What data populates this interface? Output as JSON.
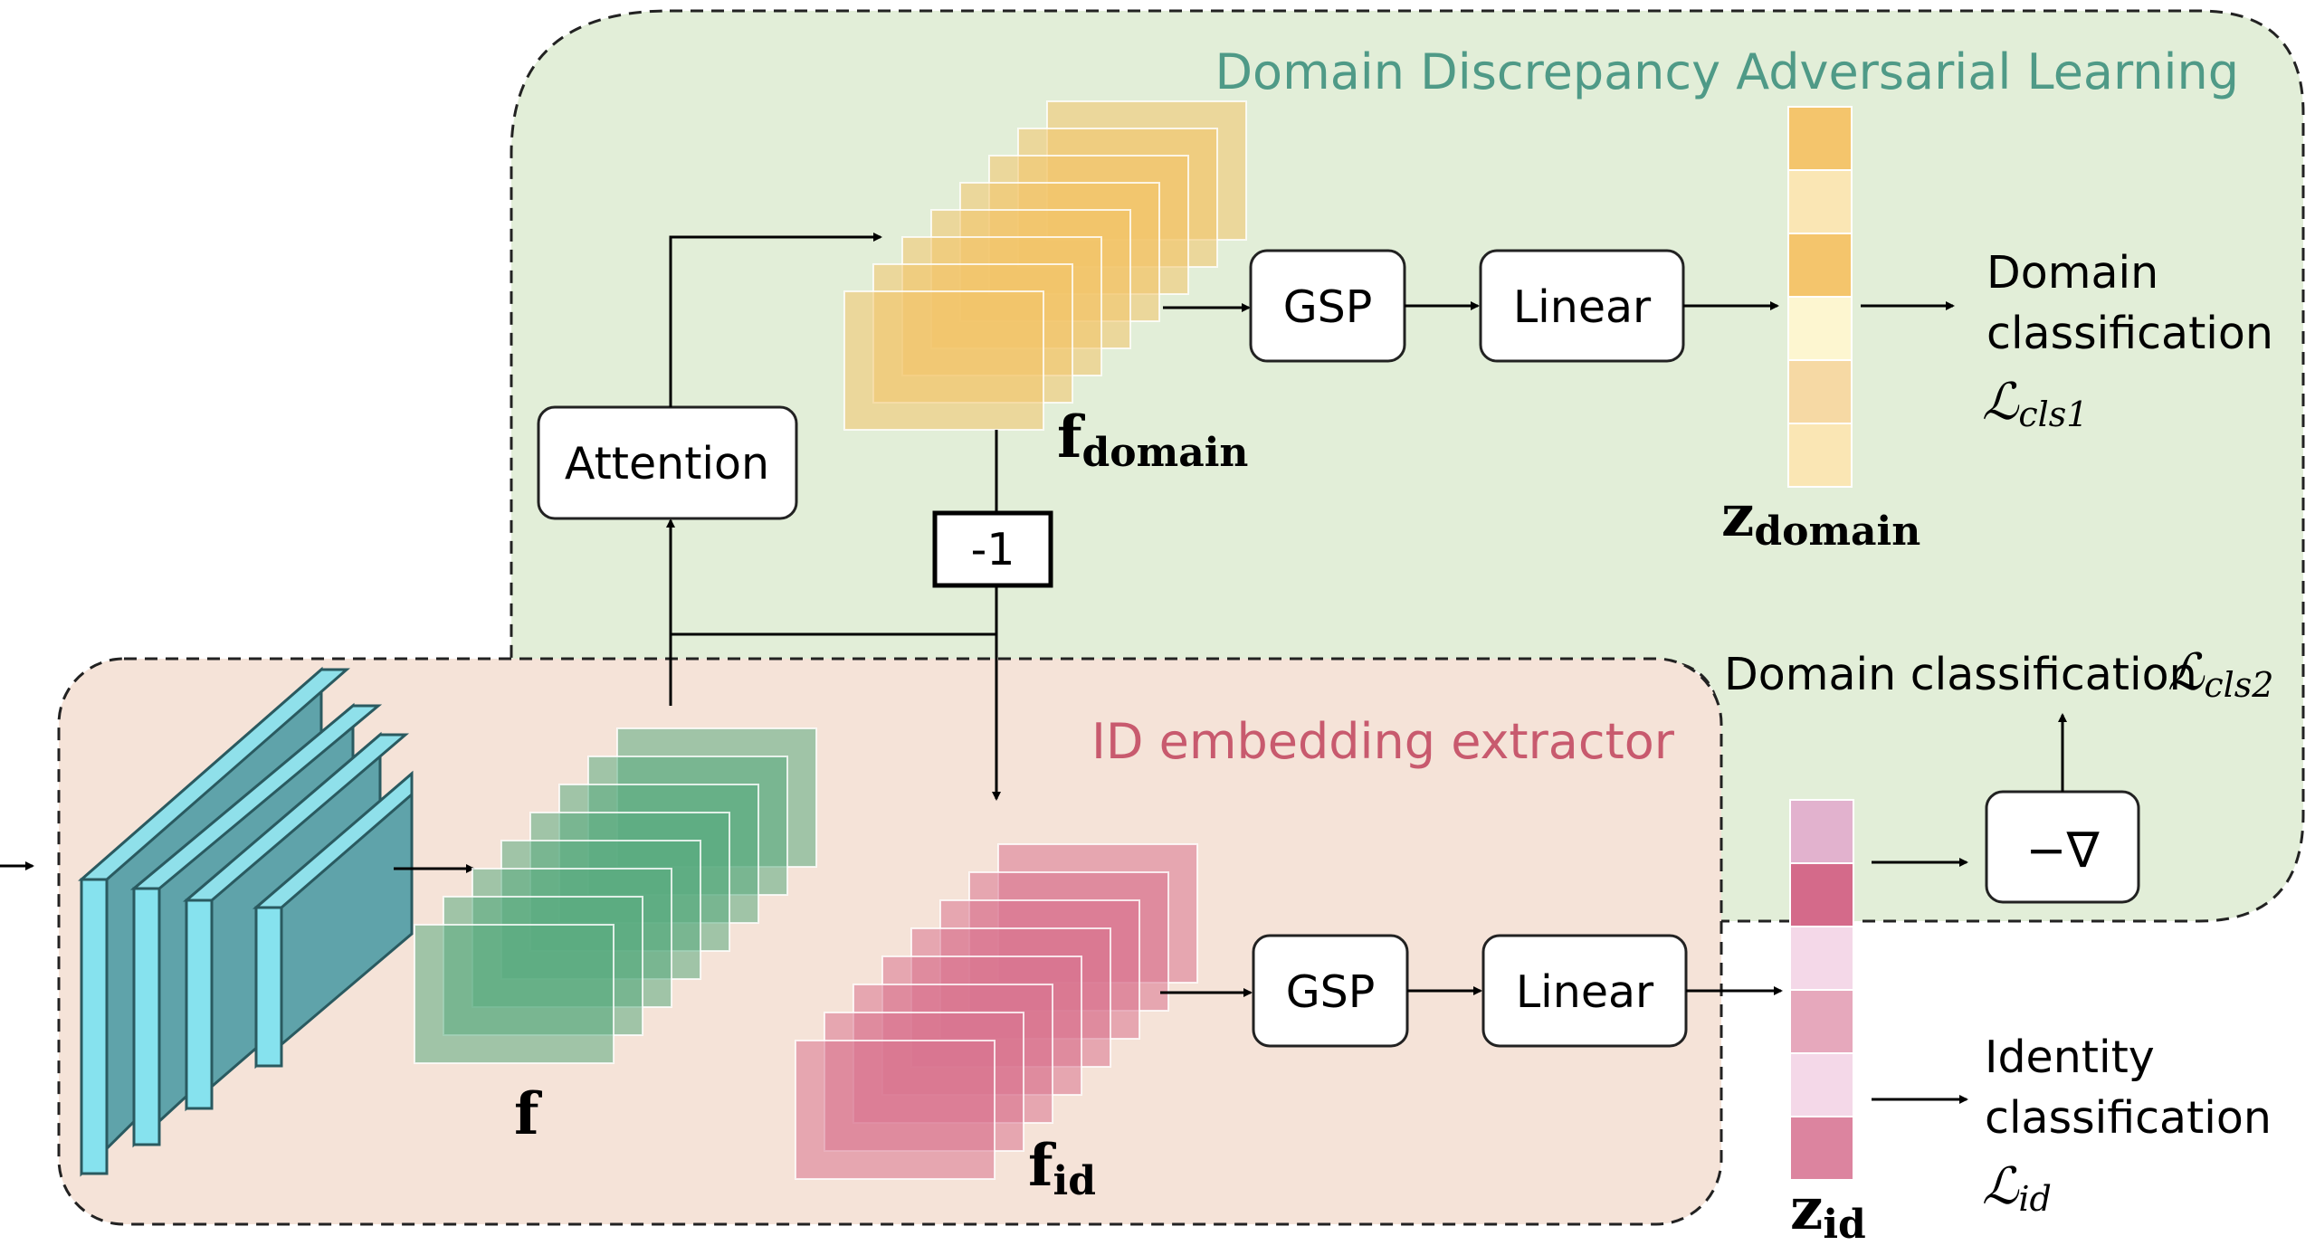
{
  "regions": {
    "domain_title": "Domain Discrepancy Adversarial Learning",
    "id_title": "ID embedding extractor",
    "domain_color": "#4f9a87",
    "id_color": "#c85a6e"
  },
  "boxes": {
    "attention": "Attention",
    "neg_one": "-1",
    "gsp_top": "GSP",
    "linear_top": "Linear",
    "gsp_bottom": "GSP",
    "linear_bottom": "Linear",
    "grad_reverse": "−∇"
  },
  "variables": {
    "f": "f",
    "f_domain_main": "f",
    "f_domain_sub": "domain",
    "f_id_main": "f",
    "f_id_sub": "id",
    "z_domain_main": "z",
    "z_domain_sub": "domain",
    "z_id_main": "z",
    "z_id_sub": "id"
  },
  "outputs": {
    "domain_cls1_line1": "Domain",
    "domain_cls1_line2": "classification",
    "loss_cls1_main": "ℒ",
    "loss_cls1_sub": "cls1",
    "domain_cls2_text": "Domain classification",
    "loss_cls2_main": "ℒ",
    "loss_cls2_sub": "cls2",
    "identity_line1": "Identity",
    "identity_line2": "classification",
    "loss_id_main": "ℒ",
    "loss_id_sub": "id"
  },
  "colors": {
    "domain_bg": "#e2eed8",
    "id_bg": "#f5e3d8",
    "backbone": "#7cc0c5",
    "feature_f": "#5aab80",
    "feature_domain": "#f3c46a",
    "feature_id": "#d9758f",
    "z_domain_cells": [
      "#f4c56c",
      "#fae6b4",
      "#f4c56c",
      "#fdf6d0",
      "#f6d9a4",
      "#fae6b4"
    ],
    "z_id_cells": [
      "#e2b2ce",
      "#d46a8a",
      "#f4d8e8",
      "#e6a8bc",
      "#f4d8e8",
      "#dc849f"
    ]
  }
}
